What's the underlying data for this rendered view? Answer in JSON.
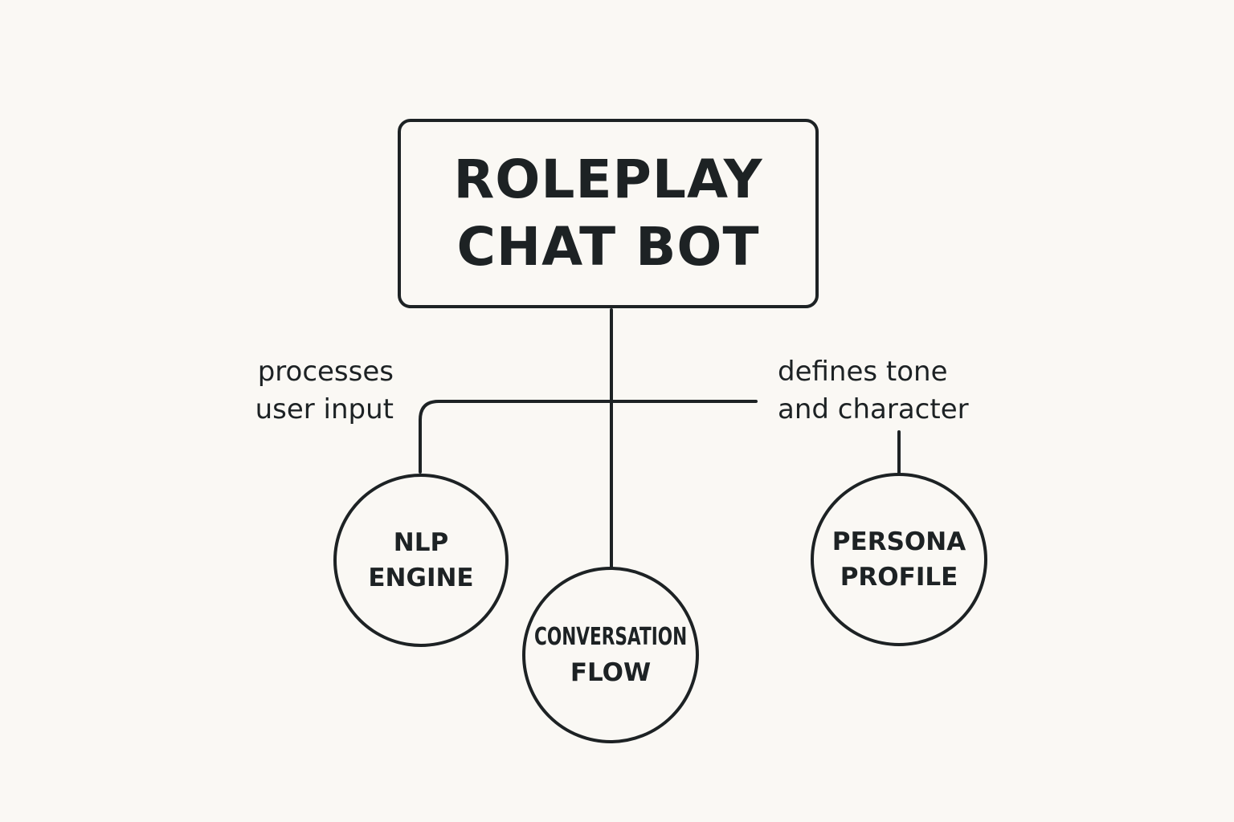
{
  "diagram": {
    "root": {
      "lines": [
        "ROLEPLAY",
        "CHAT BOT"
      ]
    },
    "nodes": [
      {
        "id": "nlp",
        "lines": [
          "NLP",
          "ENGINE"
        ]
      },
      {
        "id": "conversation",
        "lines": [
          "CONVERSATION",
          "FLOW"
        ]
      },
      {
        "id": "persona",
        "lines": [
          "PERSONA",
          "PROFILE"
        ]
      }
    ],
    "annotations": {
      "left": [
        "processes",
        "user input"
      ],
      "right": [
        "defines tone",
        "and character"
      ]
    },
    "colors": {
      "background": "#faf8f4",
      "ink": "#1d2224"
    }
  }
}
